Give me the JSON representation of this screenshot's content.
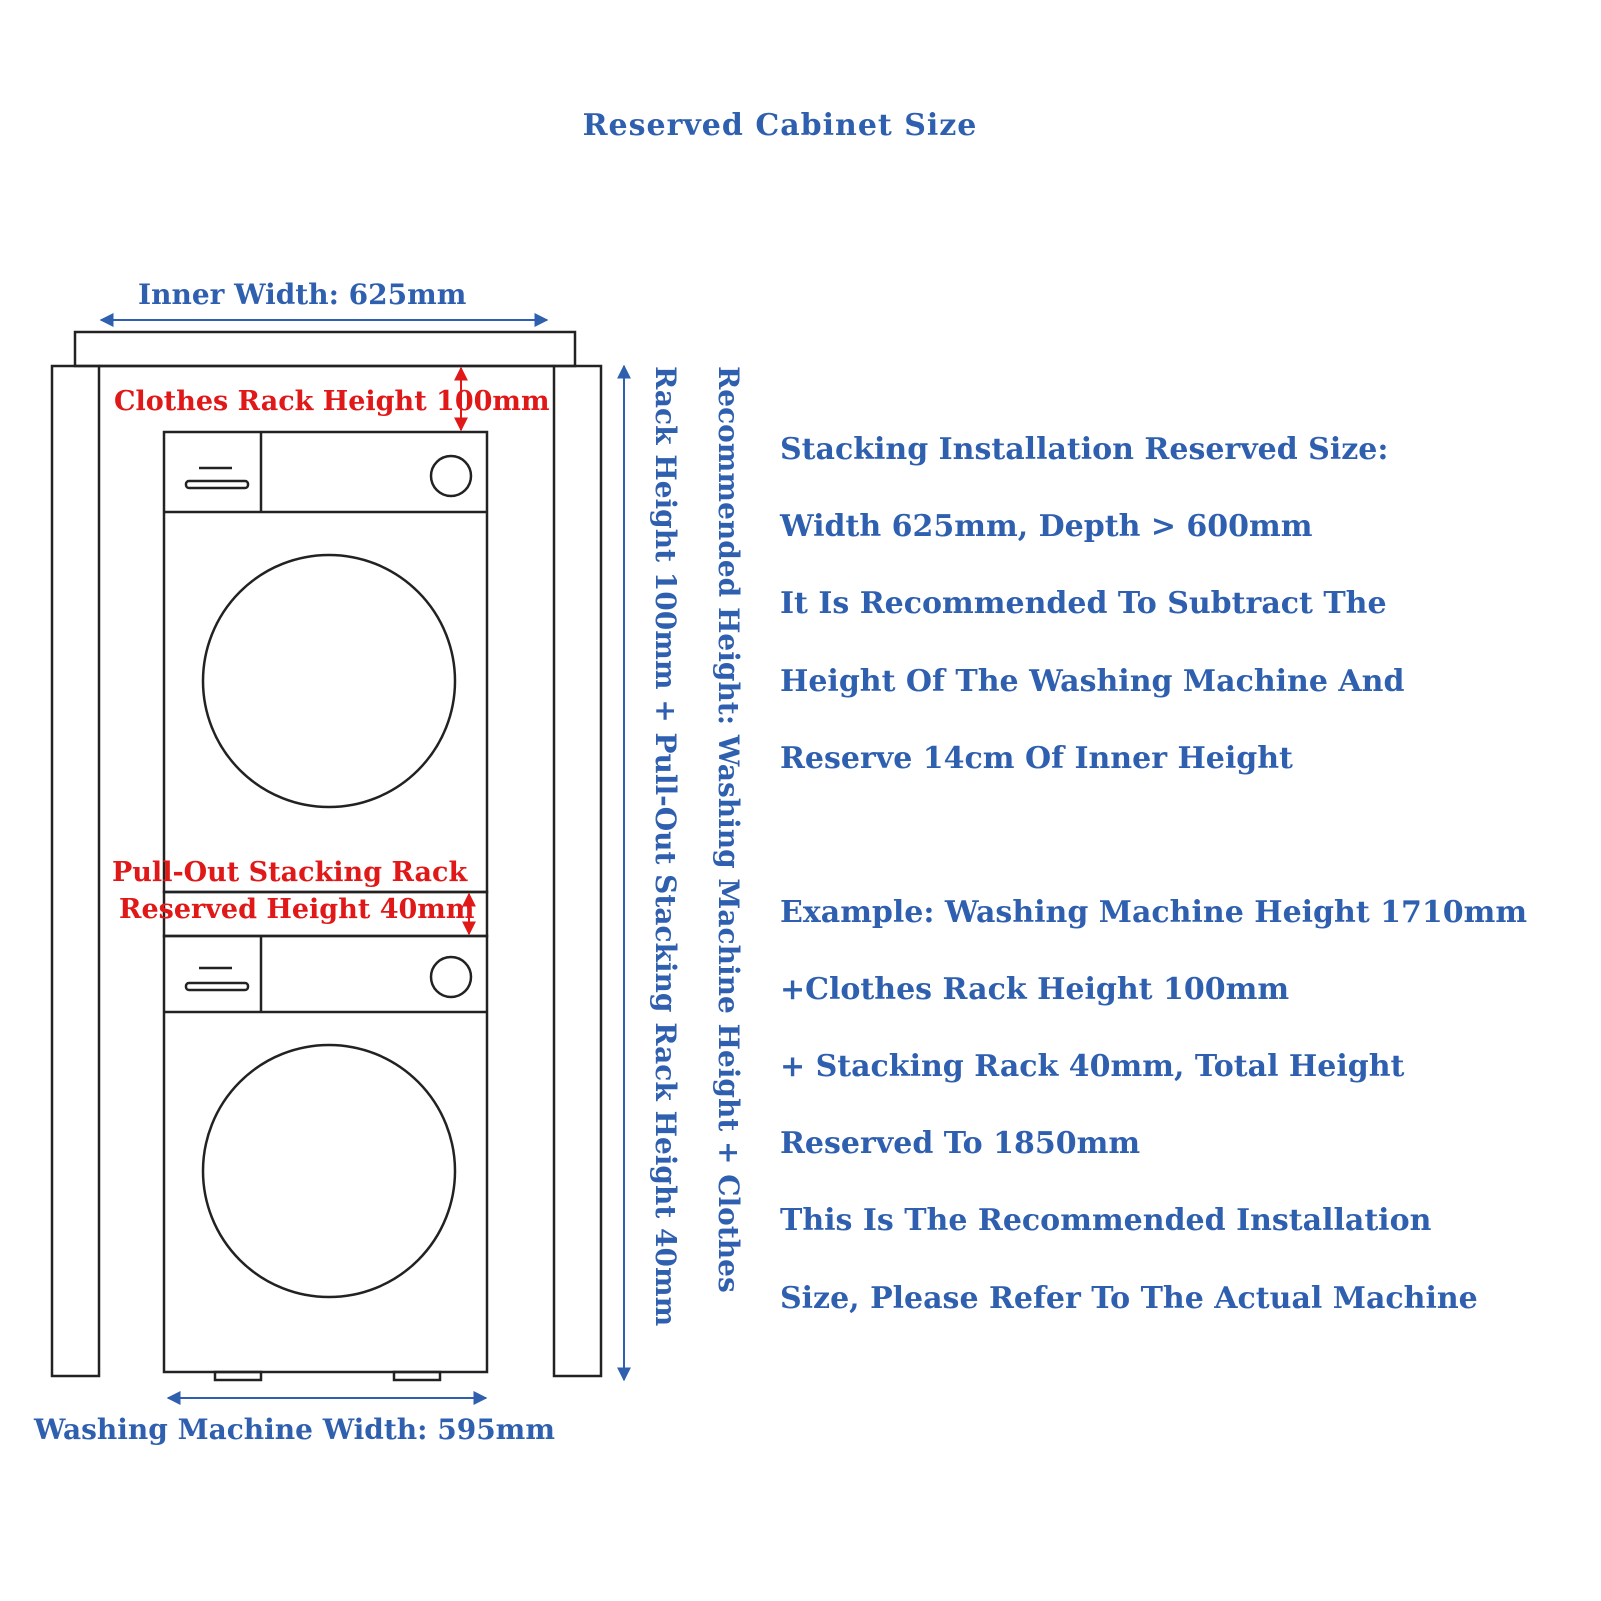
{
  "title": "Reserved Cabinet Size",
  "diagram": {
    "inner_width_label": "Inner Width: 625mm",
    "clothes_rack_label": "Clothes Rack Height 100mm",
    "stacking_rack_label_1": "Pull-Out Stacking Rack",
    "stacking_rack_label_2": "Reserved Height 40mm",
    "washing_machine_width_label": "Washing Machine Width: 595mm",
    "vertical_label_1": "Rack Height 100mm + Pull-Out Stacking Rack Height 40mm",
    "vertical_label_2": "Recommended Height: Washing Machine Height + Clothes"
  },
  "description": {
    "lines": [
      "Stacking Installation Reserved Size:",
      "Width 625mm, Depth > 600mm",
      "It Is Recommended To Subtract The",
      "Height Of The Washing Machine And",
      "Reserve 14cm Of Inner Height"
    ],
    "example_lines": [
      "Example: Washing Machine Height 1710mm",
      "+Clothes Rack Height 100mm",
      "+ Stacking Rack 40mm, Total Height",
      "Reserved To 1850mm",
      "This Is The Recommended Installation",
      "Size, Please Refer To The Actual Machine"
    ]
  },
  "colors": {
    "text_blue": "#2f5faf",
    "label_red": "#e01818",
    "outline": "#222222"
  }
}
